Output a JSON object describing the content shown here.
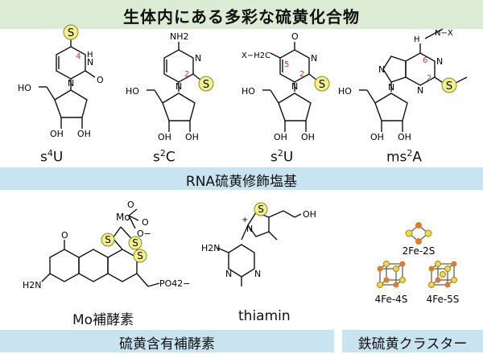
{
  "title": "生体内にある多彩な硫黄化合物",
  "rna": {
    "band_label": "RNA硫黄修飾塩基",
    "compounds": [
      {
        "name": "s4U",
        "base": "s",
        "sup": "4",
        "tail": "U"
      },
      {
        "name": "s2C",
        "base": "s",
        "sup": "2",
        "tail": "C"
      },
      {
        "name": "s2U",
        "base": "s",
        "sup": "2",
        "tail": "U"
      },
      {
        "name": "ms2A",
        "base": "ms",
        "sup": "2",
        "tail": "A"
      }
    ],
    "atoms": {
      "S": "S",
      "N": "N",
      "O": "O",
      "OH": "OH",
      "HO": "HO",
      "NH2": "NH2",
      "pos4": "4",
      "pos2": "2",
      "pos5": "5",
      "pos6": "6",
      "XH2C": "X−H2C",
      "NHX": "N−X",
      "H": "H"
    }
  },
  "cofactor": {
    "band_label": "硫黄含有補酵素",
    "moco_label": "Mo補酵素",
    "thiamin_label": "thiamin",
    "atoms": {
      "Mo": "Mo",
      "O": "O",
      "Ominus": "O−",
      "PO4": "PO42−",
      "H2N": "H2N",
      "plus": "+"
    }
  },
  "cluster": {
    "band_label": "鉄硫黄クラスター",
    "labels": [
      "2Fe-2S",
      "4Fe-4S",
      "4Fe-5S"
    ]
  },
  "colors": {
    "title_bg": "#dcebd4",
    "band_bg": "#c9e4f1",
    "sulfur_fill": "#f3f08a",
    "sulfur_stroke": "#8a8a20",
    "position_number": "#d23b2b",
    "iron": "#e07b28",
    "cluster_sulfur": "#f0d84a"
  }
}
